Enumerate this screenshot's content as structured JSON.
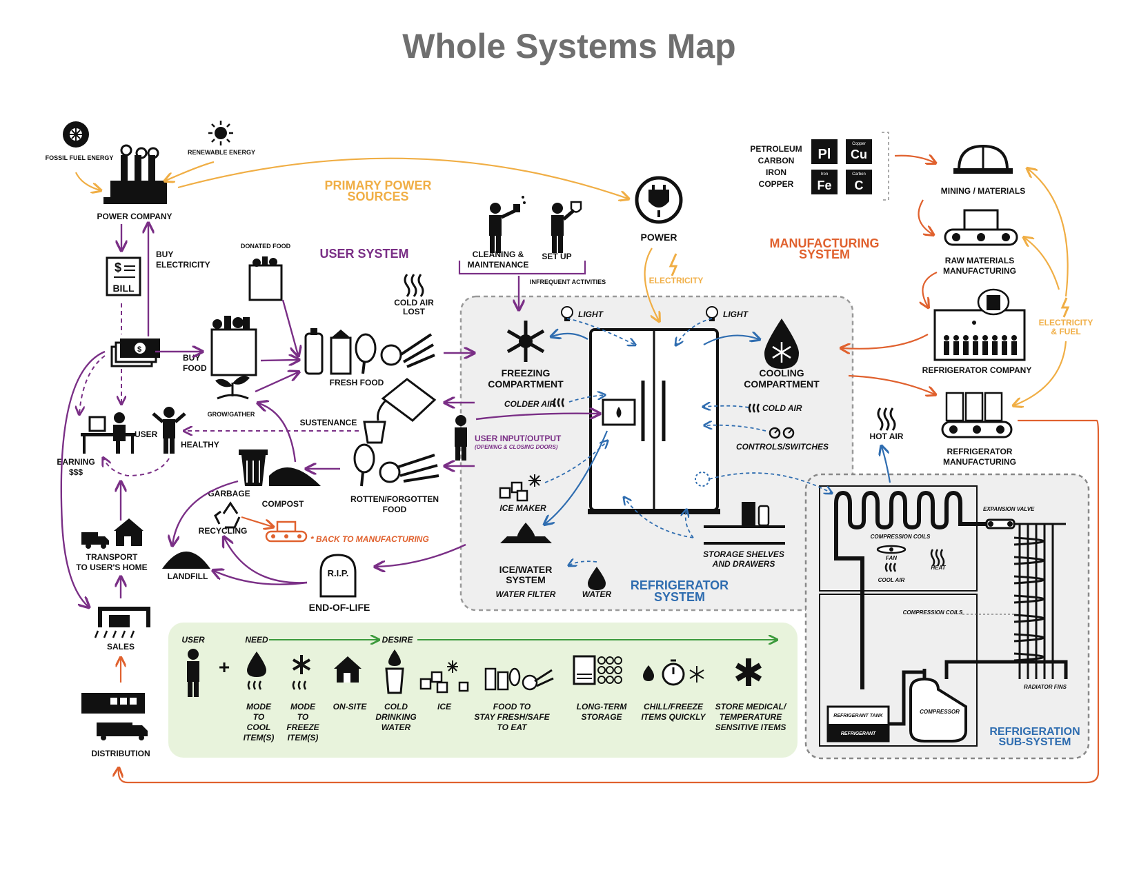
{
  "title": "Whole Systems Map",
  "colors": {
    "user_system": "#7a2f86",
    "manufacturing": "#e0612e",
    "primary_power": "#f0ae45",
    "refrigerator": "#2f6db0",
    "need_desire": "#3c9a3c",
    "panel_gray": "#f0f0f0",
    "panel_green": "#e8f3dc"
  },
  "systems": {
    "primary_power": "PRIMARY POWER SOURCES",
    "user": "USER SYSTEM",
    "manufacturing": "MANUFACTURING SYSTEM",
    "refrigerator": "REFRIGERATOR SYSTEM",
    "refrigeration_sub": "REFRIGERATION SUB-SYSTEM"
  },
  "power": {
    "fossil": "FOSSIL FUEL ENERGY",
    "renewable": "RENEWABLE ENERGY",
    "company": "POWER COMPANY",
    "buy_electricity": "BUY ELECTRICITY",
    "bill": "BILL",
    "power": "POWER",
    "electricity": "ELECTRICITY"
  },
  "user": {
    "donated_food": "DONATED FOOD",
    "buy_food": "BUY FOOD",
    "fresh_food": "FRESH FOOD",
    "grow_gather": "GROW/GATHER",
    "cleaning": "CLEANING & MAINTENANCE",
    "set_up": "SET UP",
    "infrequent": "INFREQUENT ACTIVITIES",
    "cold_air_lost": "COLD AIR LOST",
    "sustenance": "SUSTENANCE",
    "user": "USER",
    "healthy": "HEALTHY",
    "earning": "EARNING $$$",
    "garbage": "GARBAGE",
    "compost": "COMPOST",
    "rotten": "ROTTEN/FORGOTTEN FOOD",
    "recycling": "RECYCLING",
    "back_to_mfg": "BACK TO MANUFACTURING",
    "landfill": "LANDFILL",
    "rip": "R.I.P.",
    "end_of_life": "END-OF-LIFE",
    "transport": "TRANSPORT TO USER'S HOME",
    "sales": "SALES",
    "distribution": "DISTRIBUTION"
  },
  "fridge": {
    "light1": "LIGHT",
    "light2": "LIGHT",
    "freezing": "FREEZING COMPARTMENT",
    "cooling": "COOLING COMPARTMENT",
    "colder_air": "COLDER AIR",
    "cold_air": "COLD AIR",
    "user_io": "USER INPUT/OUTPUT",
    "user_io_sub": "(OPENING & CLOSING DOORS)",
    "controls": "CONTROLS/SWITCHES",
    "ice_maker": "ICE MAKER",
    "storage": "STORAGE SHELVES AND DRAWERS",
    "ice_water": "ICE/WATER SYSTEM",
    "water_filter": "WATER FILTER",
    "water": "WATER",
    "hot_air": "HOT AIR"
  },
  "mfg": {
    "materials": [
      "PETROLEUM",
      "CARBON",
      "IRON",
      "COPPER"
    ],
    "elements": [
      {
        "sym": "Pl",
        "name": ""
      },
      {
        "sym": "Cu",
        "name": "Copper"
      },
      {
        "sym": "Fe",
        "name": "Iron"
      },
      {
        "sym": "C",
        "name": "Carbon"
      }
    ],
    "mining": "MINING / MATERIALS",
    "raw": "RAW MATERIALS MANUFACTURING",
    "company": "REFRIGERATOR COMPANY",
    "fridge_mfg": "REFRIGERATOR MANUFACTURING",
    "elec_fuel": "ELECTRICITY & FUEL"
  },
  "sub": {
    "expansion_valve": "EXPANSION VALVE",
    "compression_coils_top": "COMPRESSION COILS",
    "fan": "FAN",
    "cool_air": "COOL AIR",
    "heat": "HEAT",
    "compression_coils": "COMPRESSION COILS",
    "radiator": "RADIATOR FINS",
    "tank": "REFRIGERANT TANK",
    "refrigerant": "REFRIGERANT",
    "compressor": "COMPRESSOR"
  },
  "needs": {
    "user": "USER",
    "need": "NEED",
    "desire": "DESIRE",
    "items": [
      "MODE TO COOL ITEM(S)",
      "MODE TO FREEZE ITEM(S)",
      "ON-SITE",
      "COLD DRINKING WATER",
      "ICE",
      "FOOD TO STAY FRESH/SAFE TO EAT",
      "LONG-TERM STORAGE",
      "CHILL/FREEZE ITEMS QUICKLY",
      "STORE MEDICAL/ TEMPERATURE SENSITIVE ITEMS"
    ]
  }
}
